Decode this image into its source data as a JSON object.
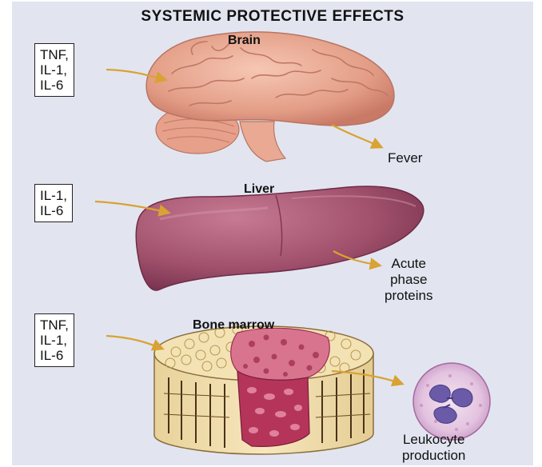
{
  "title": "SYSTEMIC PROTECTIVE EFFECTS",
  "panels": {
    "brain": {
      "label": "Brain",
      "mediators": [
        "TNF,",
        "IL-1,",
        "IL-6"
      ],
      "outcome": [
        "Fever"
      ]
    },
    "liver": {
      "label": "Liver",
      "mediators": [
        "IL-1,",
        "IL-6"
      ],
      "outcome": [
        "Acute",
        "phase",
        "proteins"
      ]
    },
    "marrow": {
      "label": "Bone marrow",
      "mediators": [
        "TNF,",
        "IL-1,",
        "IL-6"
      ],
      "outcome": [
        "Leukocyte",
        "production"
      ]
    }
  },
  "colors": {
    "background": "#e2e5f0",
    "arrow": "#d9a233",
    "brain": "#e8a48f",
    "liver": "#a8556e",
    "bone": "#f0dca8",
    "marrow": "#b5355a",
    "nucleus": "#6a5aa8"
  }
}
